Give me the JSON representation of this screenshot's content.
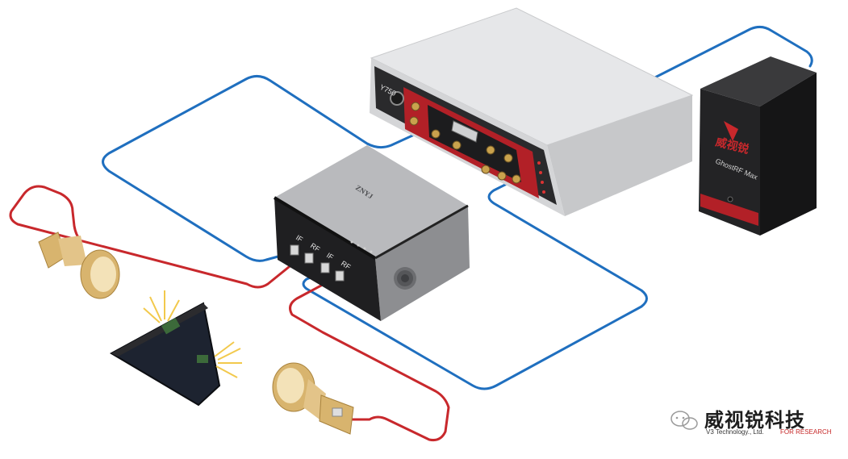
{
  "colors": {
    "if_cable": "#1f6fbf",
    "rf_cable": "#c8282c",
    "accent_red": "#c8282c",
    "brass": "#d8b46e"
  },
  "analyzer": {
    "model_label": "Y750"
  },
  "converter": {
    "brand_label": "ZNYJ",
    "ports": [
      {
        "label": "IF"
      },
      {
        "label": "RF"
      },
      {
        "label": "IF"
      },
      {
        "label": "RF"
      }
    ]
  },
  "computer": {
    "brand_logo_text": "威视锐",
    "product_label": "GhostRF Max"
  },
  "watermark": {
    "title": "威视锐科技",
    "subtitle": "V3 Technology., Ltd.",
    "tagline": "FOR RESEARCH"
  }
}
